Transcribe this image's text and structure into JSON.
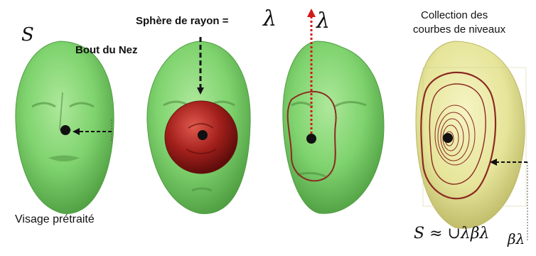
{
  "labels": {
    "surface": "S",
    "nose_tip": "Bout du Nez",
    "sphere": "Sphère de rayon =",
    "lambda_sphere": "λ",
    "lambda_arrow": "λ",
    "collection": "Collection des",
    "collection2": "courbes de niveaux",
    "preprocessed": "Visage prétraité",
    "approx": "S ≈ ∪λβλ",
    "beta": "βλ"
  },
  "colors": {
    "face_green": "#7fd36e",
    "face_yellow": "#e6e59a",
    "sphere_red": "#a4201c",
    "curve": "#8b2a22",
    "arrow_red": "#d11a1a",
    "arrow_black": "#111111"
  }
}
